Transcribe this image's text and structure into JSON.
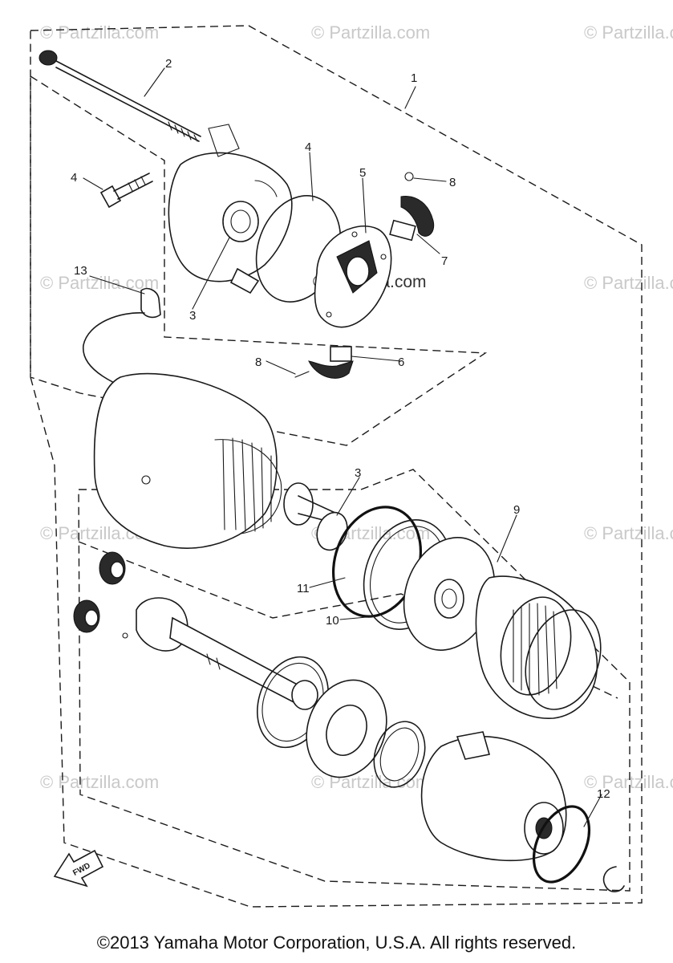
{
  "watermarks": [
    "© Partzilla.com",
    "© Partzilla.com",
    "© Partzilla.com",
    "© Partzilla.com",
    "© Partzilla.com",
    "© Partzilla.com",
    "© Partzilla.com",
    "© Partzilla.com",
    "© Partzilla.com",
    "© Partzilla.com",
    "© Partzilla.com",
    "© Partzilla.com"
  ],
  "callouts": {
    "c1": "1",
    "c2": "2",
    "c3a": "3",
    "c3b": "3",
    "c4a": "4",
    "c4b": "4",
    "c5": "5",
    "c6": "6",
    "c7": "7",
    "c8a": "8",
    "c8b": "8",
    "c9": "9",
    "c10": "10",
    "c11": "11",
    "c12": "12",
    "c13": "13"
  },
  "fwd_label": "FWD",
  "copyright": "©2013 Yamaha Motor Corporation, U.S.A. All rights reserved."
}
